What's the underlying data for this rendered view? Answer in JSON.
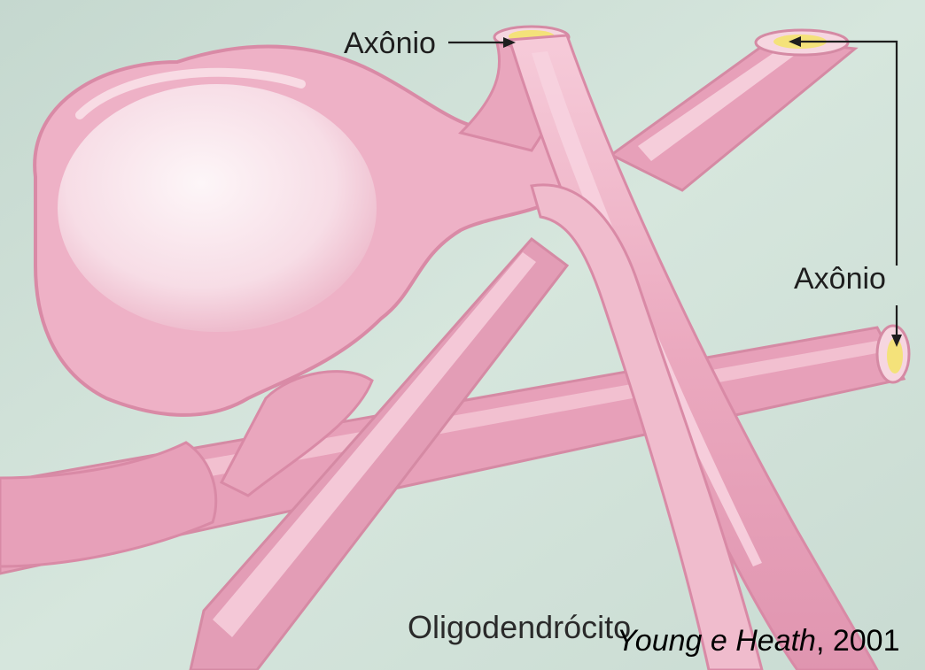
{
  "labels": {
    "axon_top": "Axônio",
    "axon_right": "Axônio",
    "cell": "Oligodendrócito"
  },
  "citation": {
    "authors": "Young e Heath",
    "year": ", 2001"
  },
  "colors": {
    "background": "#cfe0d8",
    "process_fill": "#e9a6bd",
    "process_highlight": "#f7d2df",
    "process_outline": "#d9829f",
    "cell_body": "#f2c6d4",
    "nucleus": "#fbeef2",
    "axon_core": "#f4e27a",
    "arrow": "#1e1e1e"
  }
}
